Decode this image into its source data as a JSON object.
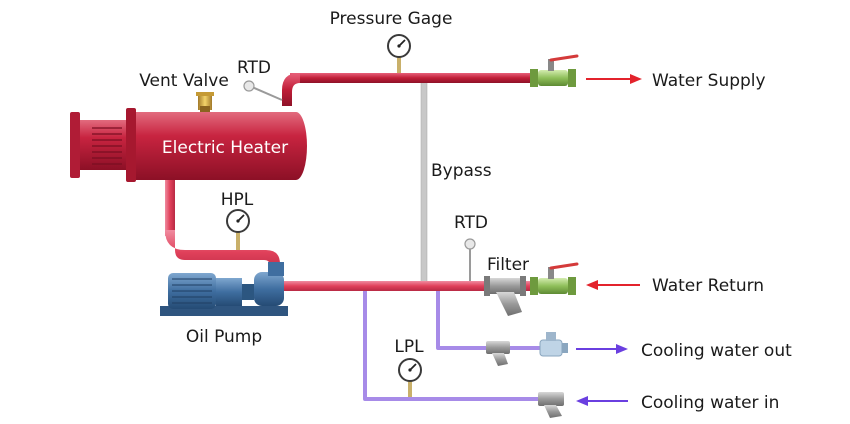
{
  "labels": {
    "pressure_gage": "Pressure Gage",
    "rtd_top": "RTD",
    "vent_valve": "Vent Valve",
    "electric_heater": "Electric Heater",
    "hpl": "HPL",
    "bypass": "Bypass",
    "rtd_bottom": "RTD",
    "filter": "Filter",
    "oil_pump": "Oil Pump",
    "lpl": "LPL",
    "water_supply": "Water Supply",
    "water_return": "Water Return",
    "cooling_water_out": "Cooling water out",
    "cooling_water_in": "Cooling water in"
  },
  "colors": {
    "hot_pipe": "#c8223a",
    "return_pipe": "#e0405a",
    "bypass_pipe": "#c8c8c8",
    "cooling_pipe": "#a78be8",
    "heater_body": "#c41f3c",
    "pump_body": "#3f6ea0",
    "valve_green": "#8fbf5a",
    "arrow_red": "#e3232c",
    "arrow_purple": "#6a3fe0"
  }
}
